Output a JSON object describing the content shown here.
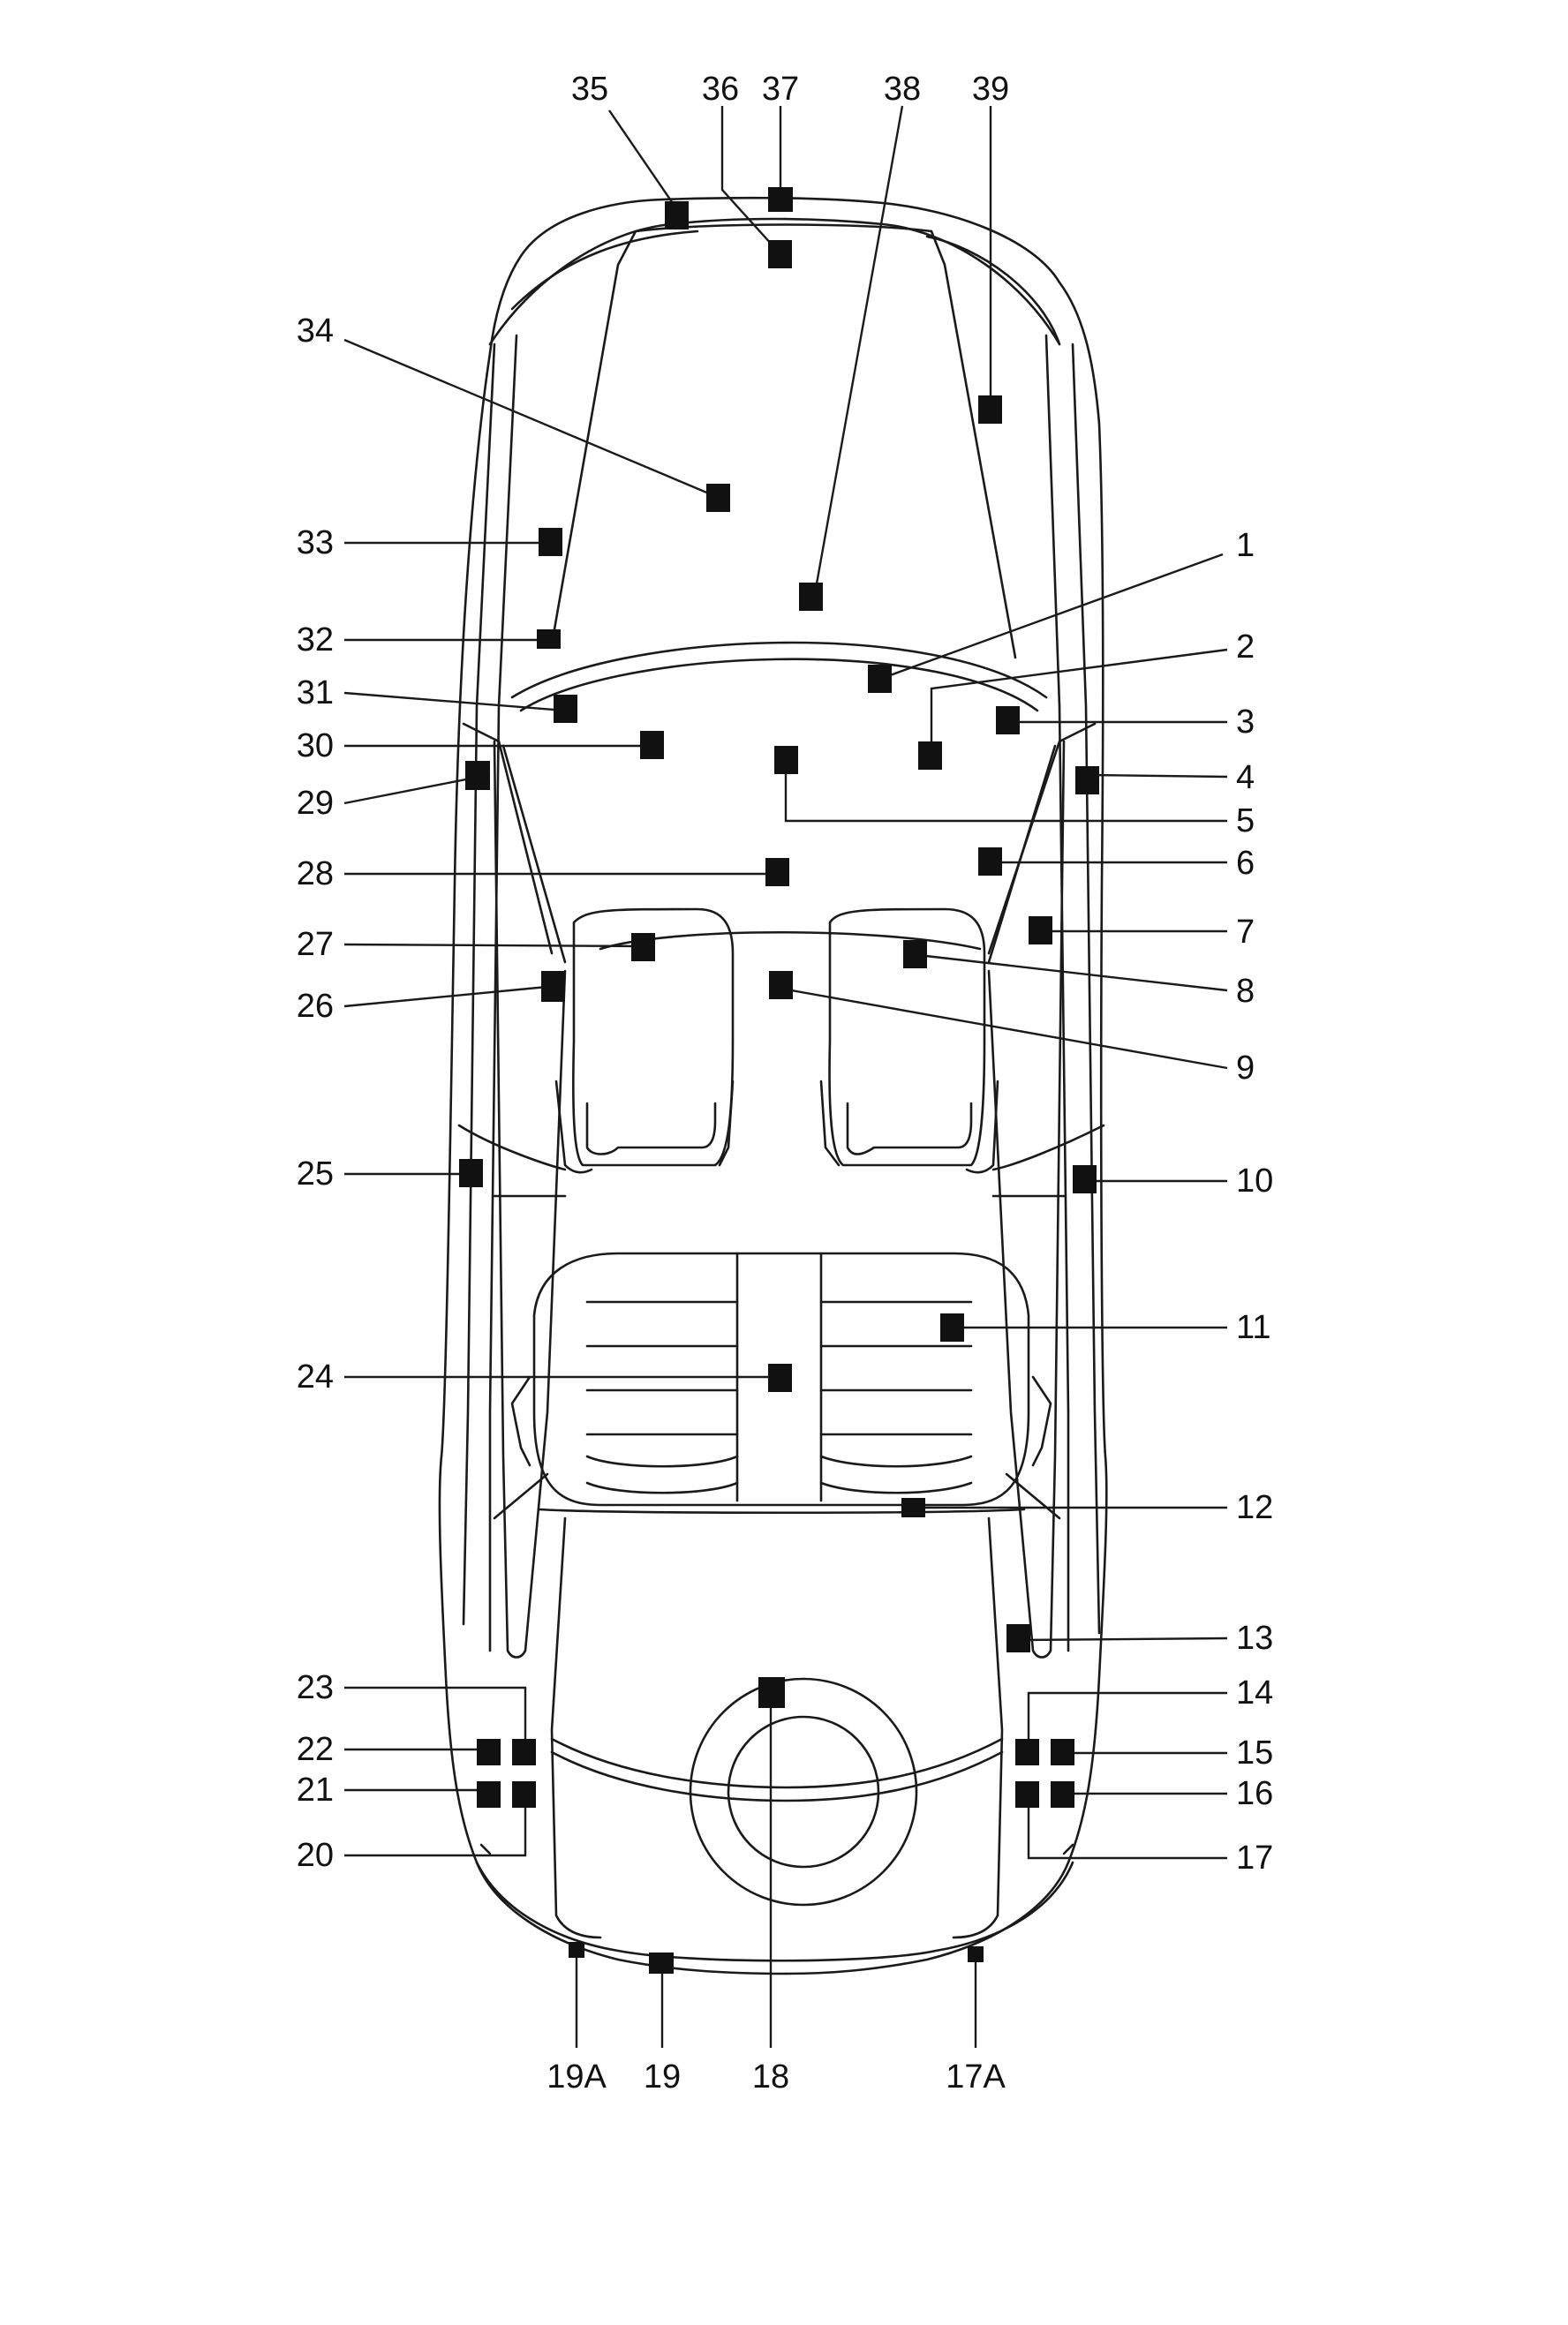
{
  "callouts": [
    {
      "id": "c1",
      "label": "1"
    },
    {
      "id": "c2",
      "label": "2"
    },
    {
      "id": "c3",
      "label": "3"
    },
    {
      "id": "c4",
      "label": "4"
    },
    {
      "id": "c5",
      "label": "5"
    },
    {
      "id": "c6",
      "label": "6"
    },
    {
      "id": "c7",
      "label": "7"
    },
    {
      "id": "c8",
      "label": "8"
    },
    {
      "id": "c9",
      "label": "9"
    },
    {
      "id": "c10",
      "label": "10"
    },
    {
      "id": "c11",
      "label": "11"
    },
    {
      "id": "c12",
      "label": "12"
    },
    {
      "id": "c13",
      "label": "13"
    },
    {
      "id": "c14",
      "label": "14"
    },
    {
      "id": "c15",
      "label": "15"
    },
    {
      "id": "c16",
      "label": "16"
    },
    {
      "id": "c17",
      "label": "17"
    },
    {
      "id": "c17A",
      "label": "17A"
    },
    {
      "id": "c18",
      "label": "18"
    },
    {
      "id": "c19",
      "label": "19"
    },
    {
      "id": "c19A",
      "label": "19A"
    },
    {
      "id": "c20",
      "label": "20"
    },
    {
      "id": "c21",
      "label": "21"
    },
    {
      "id": "c22",
      "label": "22"
    },
    {
      "id": "c23",
      "label": "23"
    },
    {
      "id": "c24",
      "label": "24"
    },
    {
      "id": "c25",
      "label": "25"
    },
    {
      "id": "c26",
      "label": "26"
    },
    {
      "id": "c27",
      "label": "27"
    },
    {
      "id": "c28",
      "label": "28"
    },
    {
      "id": "c29",
      "label": "29"
    },
    {
      "id": "c30",
      "label": "30"
    },
    {
      "id": "c31",
      "label": "31"
    },
    {
      "id": "c32",
      "label": "32"
    },
    {
      "id": "c33",
      "label": "33"
    },
    {
      "id": "c34",
      "label": "34"
    },
    {
      "id": "c35",
      "label": "35"
    },
    {
      "id": "c36",
      "label": "36"
    },
    {
      "id": "c37",
      "label": "37"
    },
    {
      "id": "c38",
      "label": "38"
    },
    {
      "id": "c39",
      "label": "39"
    }
  ]
}
